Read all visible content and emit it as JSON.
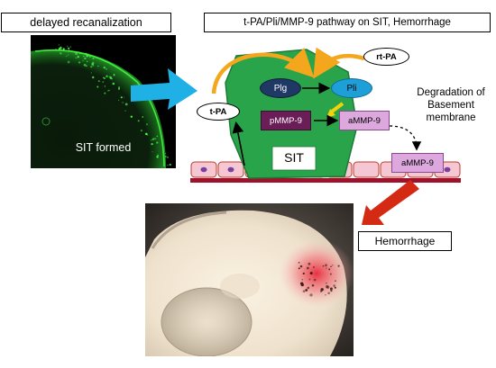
{
  "left_panel": {
    "title": "delayed recanalization",
    "image_caption": "SIT formed"
  },
  "pathway": {
    "title": "t-PA/Pli/MMP-9 pathway on SIT, Hemorrhage",
    "rt_pa": "rt-PA",
    "t_pa": "t-PA",
    "plg": "Plg",
    "pli": "Pli",
    "pmmp9": "pMMP-9",
    "ammp9": "aMMP-9",
    "ammp9_released": "aMMP-9",
    "sit": "SIT",
    "degradation": [
      "Degradation of",
      "Basement",
      "membrane"
    ],
    "hemorrhage": "Hemorrhage"
  },
  "colors": {
    "thrombus_green": "#2aa44a",
    "plg_fill": "#1f3864",
    "pli_fill": "#1e9fd8",
    "pmmp9_fill": "#6b1d57",
    "ammp9_fill": "#dda8dd",
    "endothelium_pink": "#f4c7d2",
    "nucleus_purple": "#7b3fa3",
    "membrane_red": "#a0122c",
    "arrow_orange": "#f4a71c",
    "arrow_yellow": "#f2d20a",
    "arrow_cyan": "#1fb0e6",
    "arrow_red": "#d42a14"
  },
  "icons": {
    "microscopy_image": "thrombus-fluorescence-image",
    "brain_photo": "hemorrhagic-brain-photo"
  }
}
